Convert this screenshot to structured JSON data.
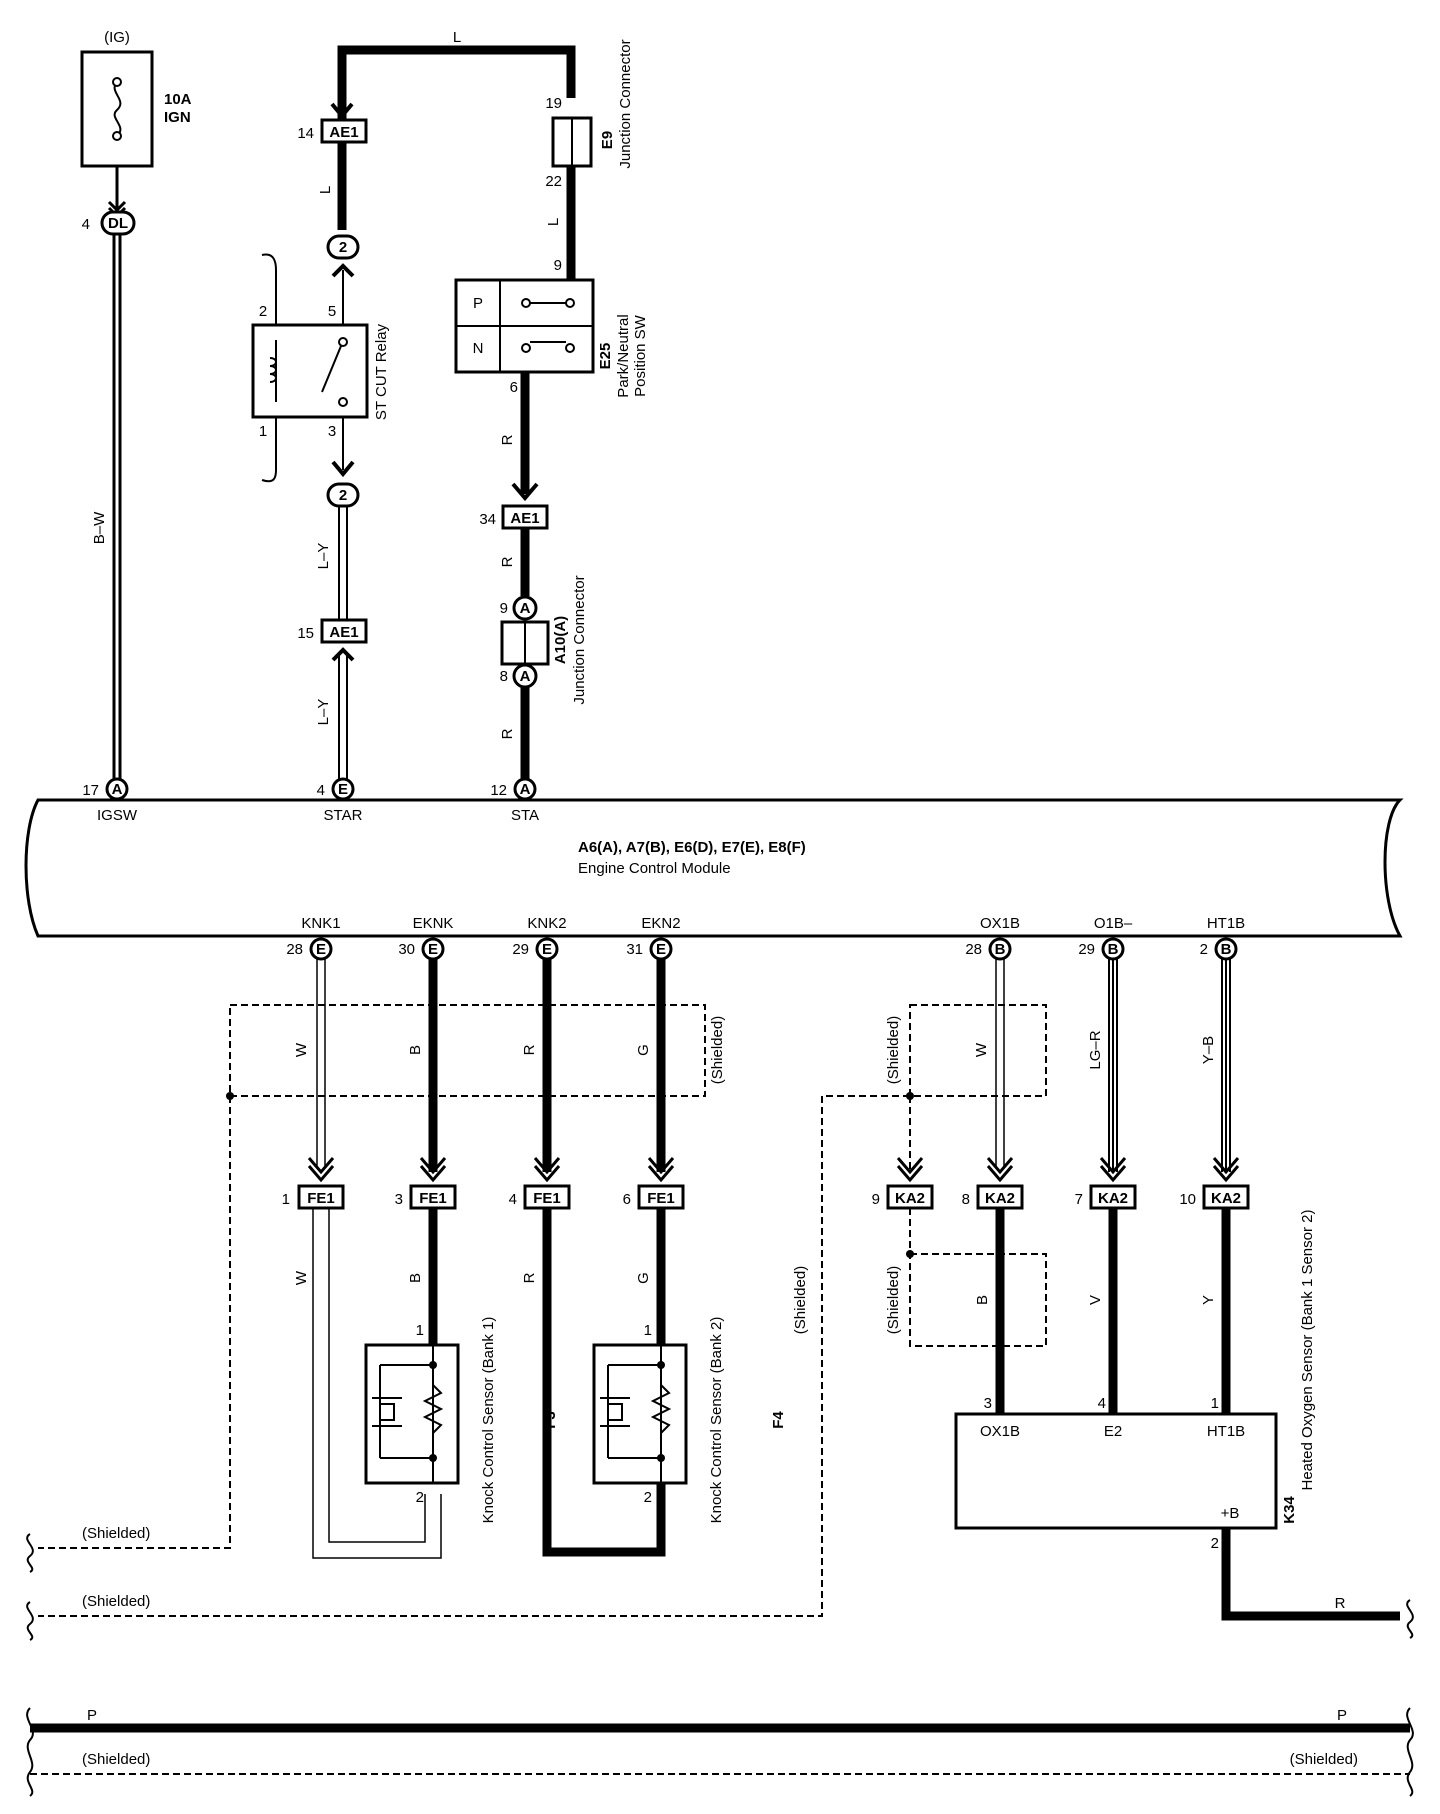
{
  "colors": {
    "ink": "#000000",
    "paper": "#ffffff"
  },
  "power": {
    "source": "(IG)",
    "fuse_amp": "10A",
    "fuse_name": "IGN"
  },
  "top_wire": "L",
  "connectors": {
    "dl": "DL",
    "ae1": "AE1",
    "a": "A",
    "e": "E",
    "two": "2",
    "fe1": "FE1",
    "ka2": "KA2",
    "b": "B"
  },
  "pins": {
    "p4": "4",
    "p14": "14",
    "p19": "19",
    "p22": "22",
    "p9": "9",
    "p2": "2",
    "p5": "5",
    "p1": "1",
    "p3": "3",
    "p6": "6",
    "p34": "34",
    "p8": "8",
    "p15": "15",
    "p17": "17",
    "p12": "12",
    "p28": "28",
    "p30": "30",
    "p29": "29",
    "p31": "31",
    "p7": "7",
    "p10": "10"
  },
  "wires": {
    "bw": "B–W",
    "l": "L",
    "ly": "L–Y",
    "r": "R",
    "w": "W",
    "b": "B",
    "g": "G",
    "lgr": "LG–R",
    "yb": "Y–B",
    "v": "V",
    "y": "Y",
    "p": "P"
  },
  "components": {
    "e9_id": "E9",
    "e9_name": "Junction Connector",
    "relay_name": "ST CUT Relay",
    "e25_id": "E25",
    "e25_name1": "Park/Neutral",
    "e25_name2": "Position SW",
    "sw_p": "P",
    "sw_n": "N",
    "a10_id": "A10(A)",
    "a10_name": "Junction Connector",
    "f3_id": "F3",
    "f3_name": "Knock Control Sensor (Bank 1)",
    "f4_id": "F4",
    "f4_name": "Knock Control Sensor (Bank 2)",
    "k34_id": "K34",
    "k34_name": "Heated Oxygen Sensor (Bank 1 Sensor 2)",
    "k34_ox1b": "OX1B",
    "k34_e2": "E2",
    "k34_ht1b": "HT1B",
    "k34_plusb": "+B"
  },
  "ecm": {
    "connectors": "A6(A), A7(B), E6(D), E7(E), E8(F)",
    "name": "Engine Control Module",
    "terminals": {
      "igsw": "IGSW",
      "star": "STAR",
      "sta": "STA",
      "knk1": "KNK1",
      "eknk": "EKNK",
      "knk2": "KNK2",
      "ekn2": "EKN2",
      "ox1b": "OX1B",
      "o1bm": "O1B–",
      "ht1b": "HT1B"
    }
  },
  "shielded": "(Shielded)"
}
